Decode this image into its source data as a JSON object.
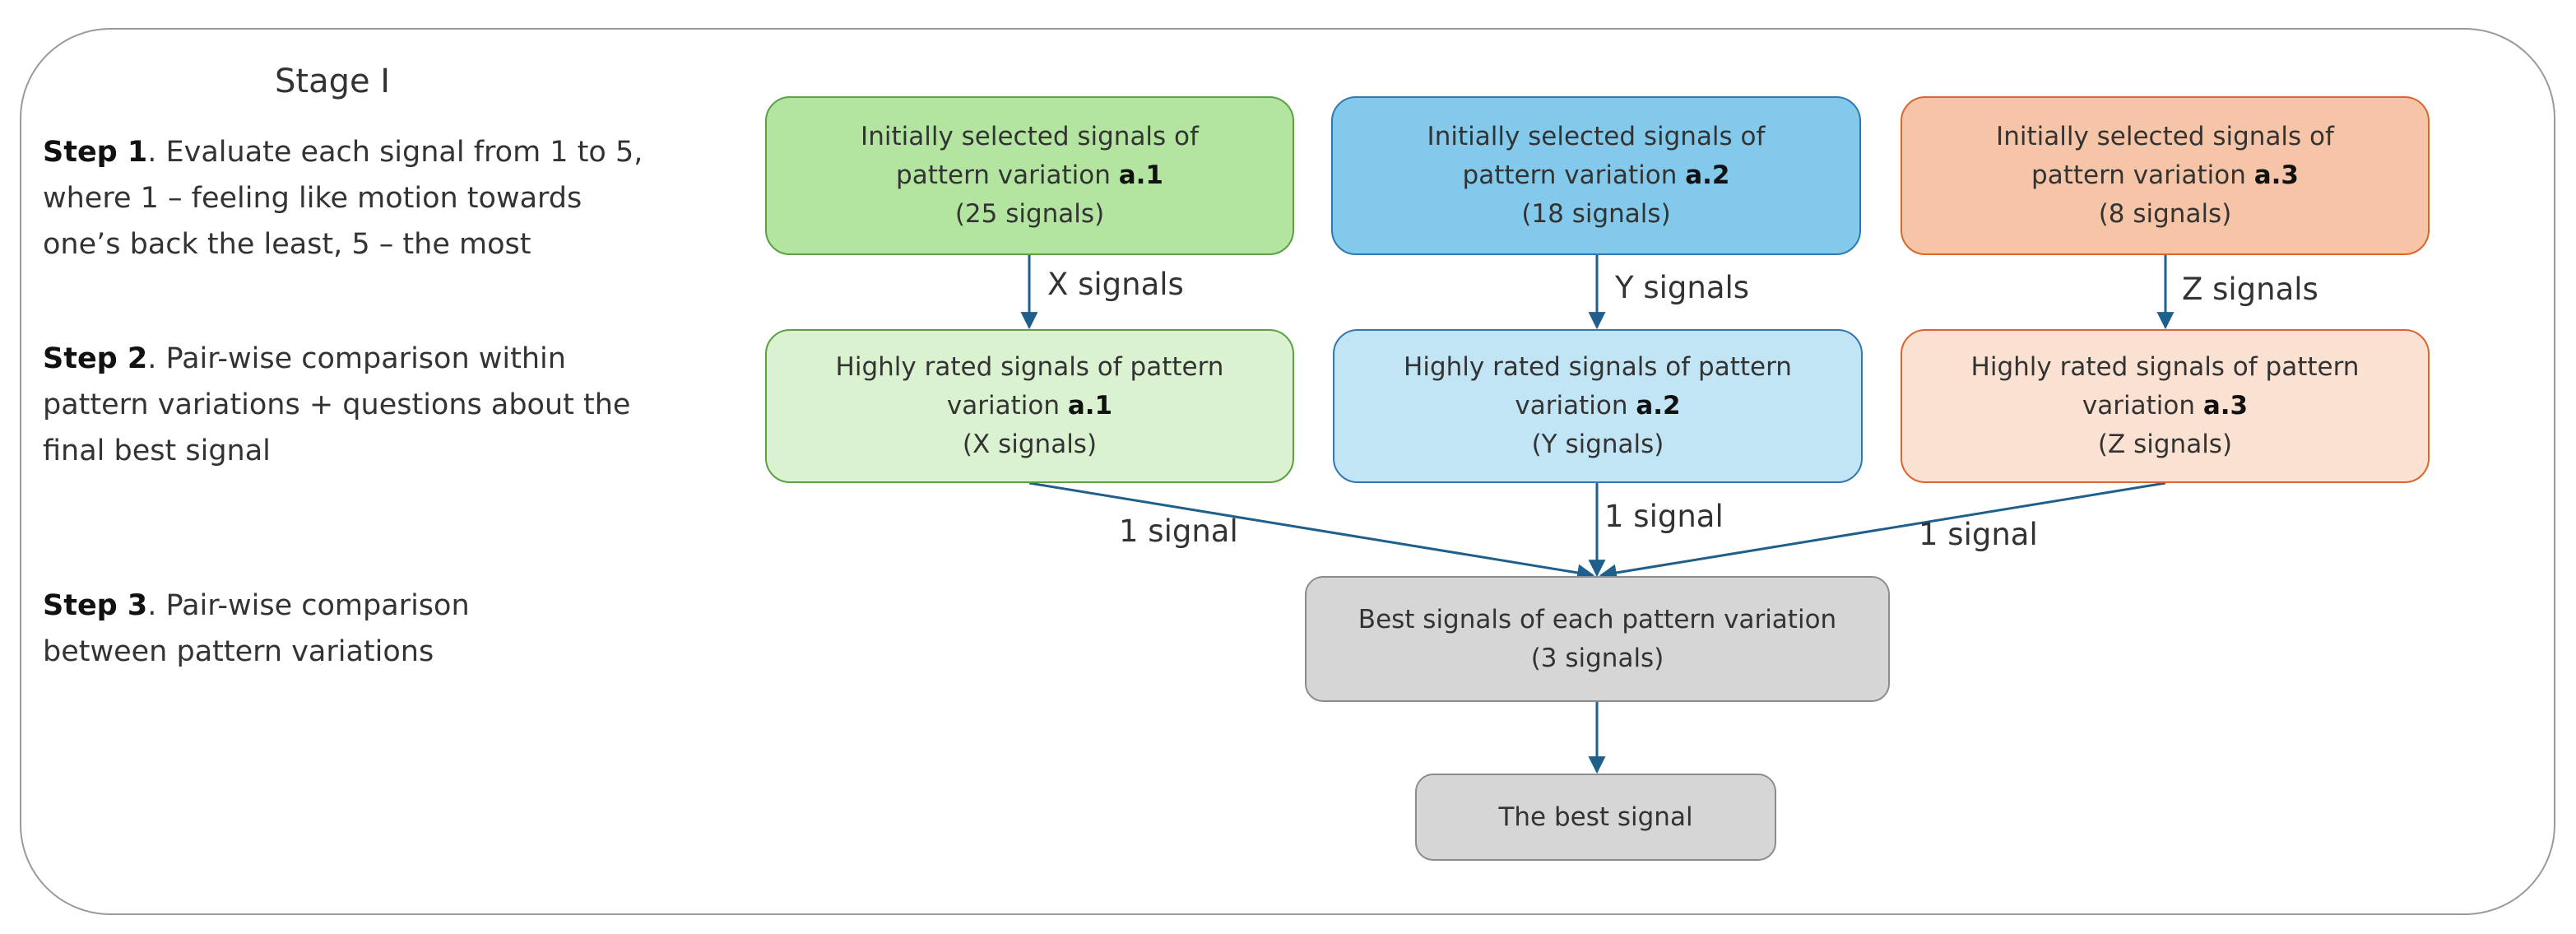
{
  "stage_title": "Stage I",
  "steps": [
    {
      "bold": "Step 1",
      "lines": [
        ". Evaluate each signal from 1 to 5,",
        "where 1 – feeling like motion towards",
        "one’s back the least, 5 – the most"
      ]
    },
    {
      "bold": "Step 2",
      "lines": [
        ". Pair-wise comparison within",
        "pattern variations + questions about the",
        "final best signal"
      ]
    },
    {
      "bold": "Step 3",
      "lines": [
        ". Pair-wise comparison",
        "between pattern variations"
      ]
    }
  ],
  "initial_boxes": [
    {
      "line1": "Initially selected signals of",
      "line2_prefix": "pattern variation ",
      "variation": "a.1",
      "count": "(25 signals)"
    },
    {
      "line1": "Initially selected signals of",
      "line2_prefix": "pattern variation ",
      "variation": "a.2",
      "count": "(18 signals)"
    },
    {
      "line1": "Initially selected signals of",
      "line2_prefix": "pattern variation ",
      "variation": "a.3",
      "count": "(8 signals)"
    }
  ],
  "rated_boxes": [
    {
      "line1": "Highly rated signals of pattern",
      "line2_prefix": "variation ",
      "variation": "a.1",
      "count": "(X signals)"
    },
    {
      "line1": "Highly rated signals of pattern",
      "line2_prefix": "variation ",
      "variation": "a.2",
      "count": "(Y signals)"
    },
    {
      "line1": "Highly rated signals of pattern",
      "line2_prefix": "variation ",
      "variation": "a.3",
      "count": "(Z signals)"
    }
  ],
  "arrow_labels": {
    "x": "X signals",
    "y": "Y signals",
    "z": "Z signals",
    "left_one": "1 signal",
    "mid_one": "1 signal",
    "right_one": "1 signal"
  },
  "best_each": {
    "line1": "Best signals of each pattern variation",
    "line2": "(3 signals)"
  },
  "best": "The best signal",
  "colors": {
    "arrow": "#1f5f8b",
    "green": "#b3e5a0",
    "blue": "#82c9ec",
    "orange": "#f6c4a6",
    "grey": "#d6d6d6"
  }
}
